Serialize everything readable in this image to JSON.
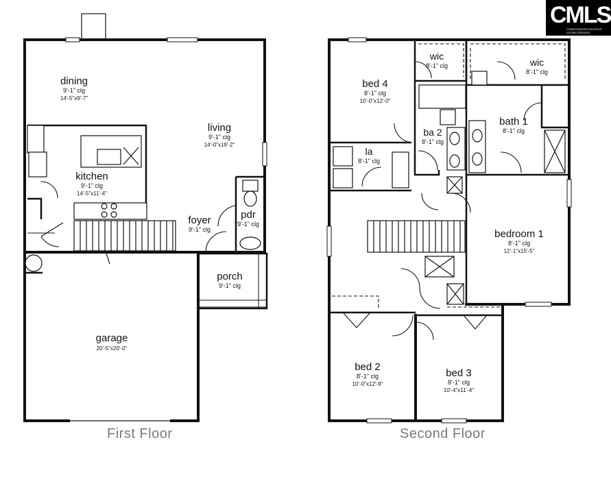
{
  "logo": {
    "text": "CMLS",
    "subtext": "CONSOLIDATED MULTIPLE LISTING SERVICE"
  },
  "first_floor": {
    "label": "First Floor",
    "rooms": {
      "dining": {
        "name": "dining",
        "height": "9'-1\" clg",
        "dims": "14'-5\"x9'-7\""
      },
      "living": {
        "name": "living",
        "height": "9'-1\" clg",
        "dims": "14'-0\"x19'-2\""
      },
      "kitchen": {
        "name": "kitchen",
        "height": "9'-1\" clg",
        "dims": "14'-5\"x11'-4\""
      },
      "foyer": {
        "name": "foyer",
        "height": "9'-1\" clg"
      },
      "pdr": {
        "name": "pdr",
        "height": "9'-1\" clg"
      },
      "porch": {
        "name": "porch",
        "height": "9'-1\" clg"
      },
      "garage": {
        "name": "garage",
        "dims": "20'-5\"x20'-0\""
      }
    }
  },
  "second_floor": {
    "label": "Second Floor",
    "rooms": {
      "bed4": {
        "name": "bed 4",
        "height": "8'-1\" clg",
        "dims": "10'-0\"x12'-0\""
      },
      "wic1": {
        "name": "wic",
        "height": "8'-1\" clg"
      },
      "wic2": {
        "name": "wic",
        "height": "8'-1\" clg"
      },
      "ba2": {
        "name": "ba 2",
        "height": "8'-1\" clg"
      },
      "bath1": {
        "name": "bath 1",
        "height": "8'-1\" clg"
      },
      "la": {
        "name": "la",
        "height": "8'-1\" clg"
      },
      "bedroom1": {
        "name": "bedroom 1",
        "height": "8'-1\" clg",
        "dims": "12'-1\"x15'-5\""
      },
      "bed2": {
        "name": "bed 2",
        "height": "8'-1\" clg",
        "dims": "10'-0\"x12'-9\""
      },
      "bed3": {
        "name": "bed 3",
        "height": "8'-1\" clg",
        "dims": "10'-4\"x11'-4\""
      }
    }
  }
}
